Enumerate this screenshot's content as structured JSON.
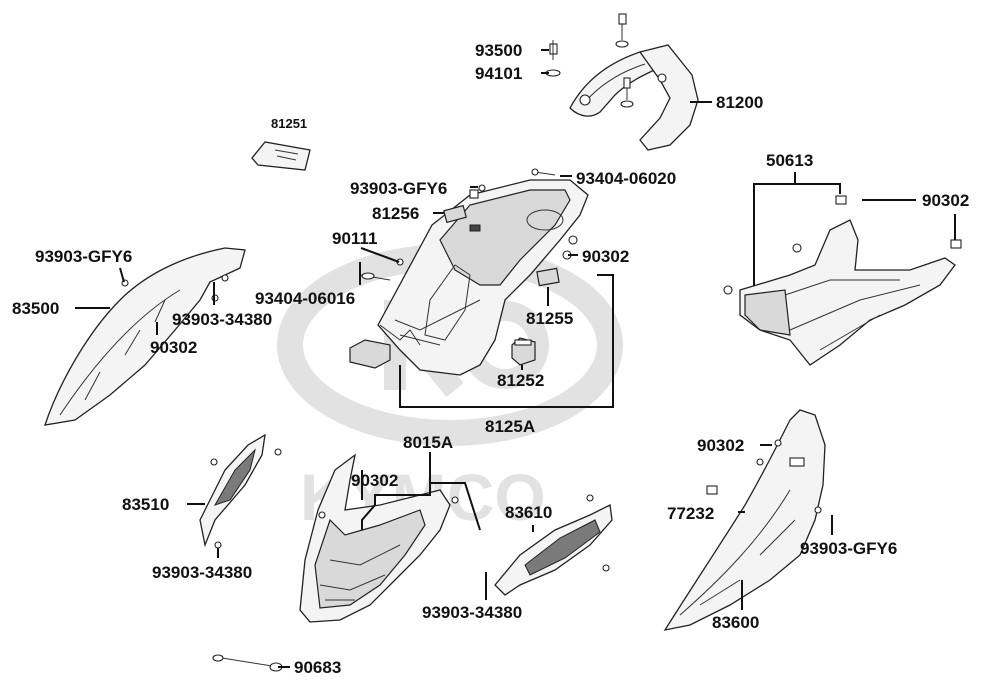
{
  "diagram": {
    "watermark_text": "KYMCO",
    "labels": [
      {
        "id": "93500",
        "text": "93500"
      },
      {
        "id": "94101",
        "text": "94101"
      },
      {
        "id": "81200",
        "text": "81200"
      },
      {
        "id": "81251",
        "text": "81251"
      },
      {
        "id": "93404-06020",
        "text": "93404-06020"
      },
      {
        "id": "93903-GFY6-a",
        "text": "93903-GFY6"
      },
      {
        "id": "81256",
        "text": "81256"
      },
      {
        "id": "90111",
        "text": "90111"
      },
      {
        "id": "90302-a",
        "text": "90302"
      },
      {
        "id": "93404-06016",
        "text": "93404-06016"
      },
      {
        "id": "81255",
        "text": "81255"
      },
      {
        "id": "81252",
        "text": "81252"
      },
      {
        "id": "8125A",
        "text": "8125A"
      },
      {
        "id": "50613",
        "text": "50613"
      },
      {
        "id": "90302-b",
        "text": "90302"
      },
      {
        "id": "93903-GFY6-b",
        "text": "93903-GFY6"
      },
      {
        "id": "83500",
        "text": "83500"
      },
      {
        "id": "93903-34380-a",
        "text": "93903-34380"
      },
      {
        "id": "90302-c",
        "text": "90302"
      },
      {
        "id": "8015A",
        "text": "8015A"
      },
      {
        "id": "90302-d",
        "text": "90302"
      },
      {
        "id": "83510",
        "text": "83510"
      },
      {
        "id": "93903-34380-b",
        "text": "93903-34380"
      },
      {
        "id": "83610",
        "text": "83610"
      },
      {
        "id": "93903-34380-c",
        "text": "93903-34380"
      },
      {
        "id": "90302-e",
        "text": "90302"
      },
      {
        "id": "77232",
        "text": "77232"
      },
      {
        "id": "93903-GFY6-c",
        "text": "93903-GFY6"
      },
      {
        "id": "83600",
        "text": "83600"
      },
      {
        "id": "90683",
        "text": "90683"
      }
    ]
  }
}
